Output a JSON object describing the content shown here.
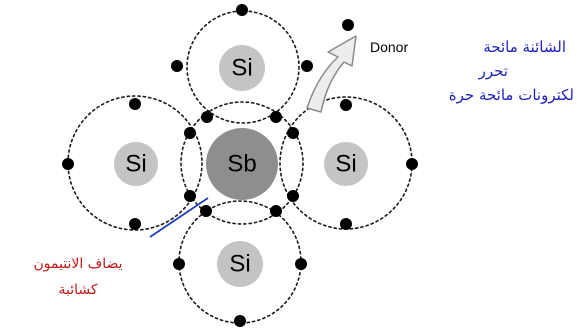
{
  "atoms": {
    "center": "Sb",
    "top": "Si",
    "left": "Si",
    "right": "Si",
    "bottom": "Si"
  },
  "donor_label": "Donor",
  "caption_blue": {
    "line1": "الشائنة مائحة",
    "line2": "تحرر",
    "line3": "لكترونات مائحة حرة"
  },
  "caption_red": {
    "line1": "يضاف الانتيمون",
    "line2": "كشائبة"
  },
  "colors": {
    "si_atom": "#c4c4c4",
    "sb_atom": "#8e8e8e",
    "electron": "#000000",
    "blue_text": "#1e22b8",
    "red_text": "#c01818",
    "pointer_line": "#1f3fbf"
  }
}
